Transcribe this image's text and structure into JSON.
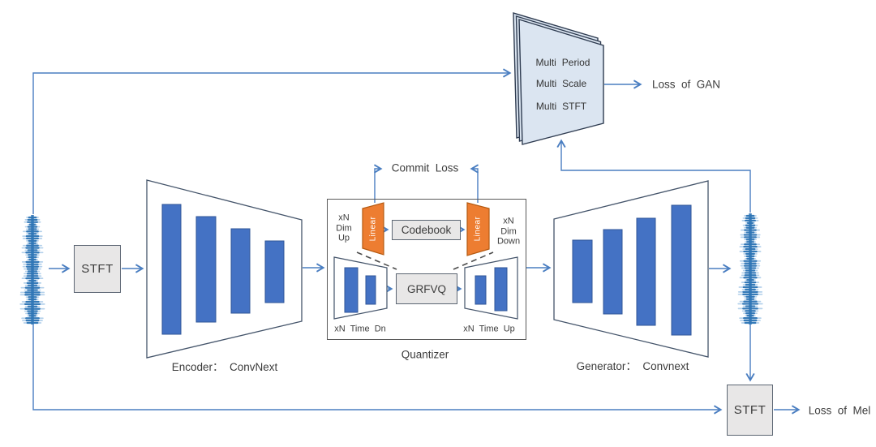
{
  "colors": {
    "bar_blue": "#4472c4",
    "bar_blue_border": "#2f5597",
    "orange": "#ed7d31",
    "orange_border": "#b55a11",
    "panel_blue": "#dbe5f1",
    "panel_border": "#2e3b50",
    "line_blue": "#4a7ec1",
    "waveform_blue": "#2e75b6",
    "box_gray": "#e8e7e7",
    "outline_slate": "#44546a"
  },
  "input": {
    "stft_label": "STFT",
    "waveform_icon": "audio-waveform"
  },
  "encoder": {
    "label": "Encoder： ConvNext"
  },
  "quantizer": {
    "label": "Quantizer",
    "commit_loss": "Commit Loss",
    "dim_up": "xN\nDim\nUp",
    "dim_down": "xN\nDim\nDown",
    "linear_left": "Linear",
    "linear_right": "Linear",
    "codebook": "Codebook",
    "grfvq": "GRFVQ",
    "time_dn": "xN Time Dn",
    "time_up": "xN Time Up"
  },
  "generator": {
    "label": "Generator： Convnext"
  },
  "discriminator": {
    "line_period": "Multi Period",
    "line_scale": "Multi Scale",
    "line_stft": "Multi STFT",
    "loss_label": "Loss of GAN"
  },
  "mel": {
    "stft_label": "STFT",
    "loss_label": "Loss of Mel"
  }
}
